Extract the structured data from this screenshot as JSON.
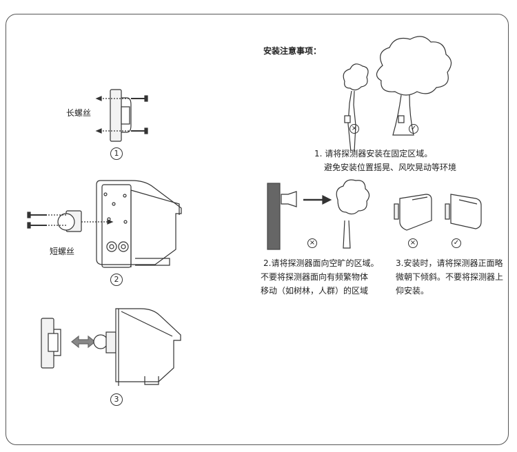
{
  "labels": {
    "long_screw": "长螺丝",
    "short_screw": "短螺丝",
    "step1": "1",
    "step2": "2",
    "step3": "3"
  },
  "notes": {
    "title": "安装注意事项：",
    "item1_line1": "1. 请将探测器安装在固定区域。",
    "item1_line2": "避免安装位置摇晃、风吹晃动等环境",
    "item2_line1": "2.请将探测器面向空旷的区域。",
    "item2_line2": "不要将探测器面向有频繁物体",
    "item2_line3": "移动（如树林，人群）的区域",
    "item3_line1": "3.安装时，请将探测器正面略",
    "item3_line2": "微朝下倾斜。不要将探测器上",
    "item3_line3": "仰安装。"
  },
  "marks": {
    "wrong": "×",
    "right": "✓"
  },
  "colors": {
    "line": "#333333",
    "pole": "#555555",
    "fill": "#f2f2f2"
  }
}
